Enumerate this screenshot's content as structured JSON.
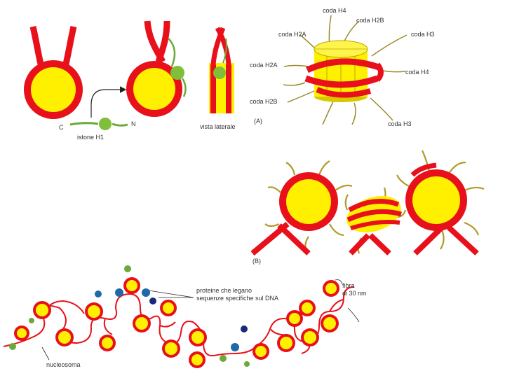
{
  "colors": {
    "dna": "#e8101a",
    "histone_core": "#fff000",
    "histone_h1": "#7fbf3a",
    "histone_tail": "#b09a2a",
    "dna_binding_protein_blue": "#1e6aa8",
    "dna_binding_protein_navy": "#1a2a7a",
    "linker_green": "#6aaa3a"
  },
  "panel_h1": {
    "label_c": "C",
    "label_n": "N",
    "label_istone": "istone H1",
    "label_vista": "vista laterale"
  },
  "panel_a": {
    "label_coda_h4_top": "coda H4",
    "label_coda_h2b_top": "coda H2B",
    "label_coda_h2a_top": "coda H2A",
    "label_coda_h3_right": "coda H3",
    "label_coda_h2a_left": "coda H2A",
    "label_coda_h4_right": "coda H4",
    "label_coda_h2b_left": "coda H2B",
    "label_coda_h3_bottom": "coda H3",
    "panel_tag": "(A)"
  },
  "panel_b": {
    "panel_tag": "(B)"
  },
  "fiber": {
    "label_proteine_1": "proteine che legano",
    "label_proteine_2": "sequenze specifiche sul DNA",
    "label_fibra_1": "fibra",
    "label_fibra_2": "di 30 nm",
    "label_nucleosoma": "nucleosoma"
  }
}
